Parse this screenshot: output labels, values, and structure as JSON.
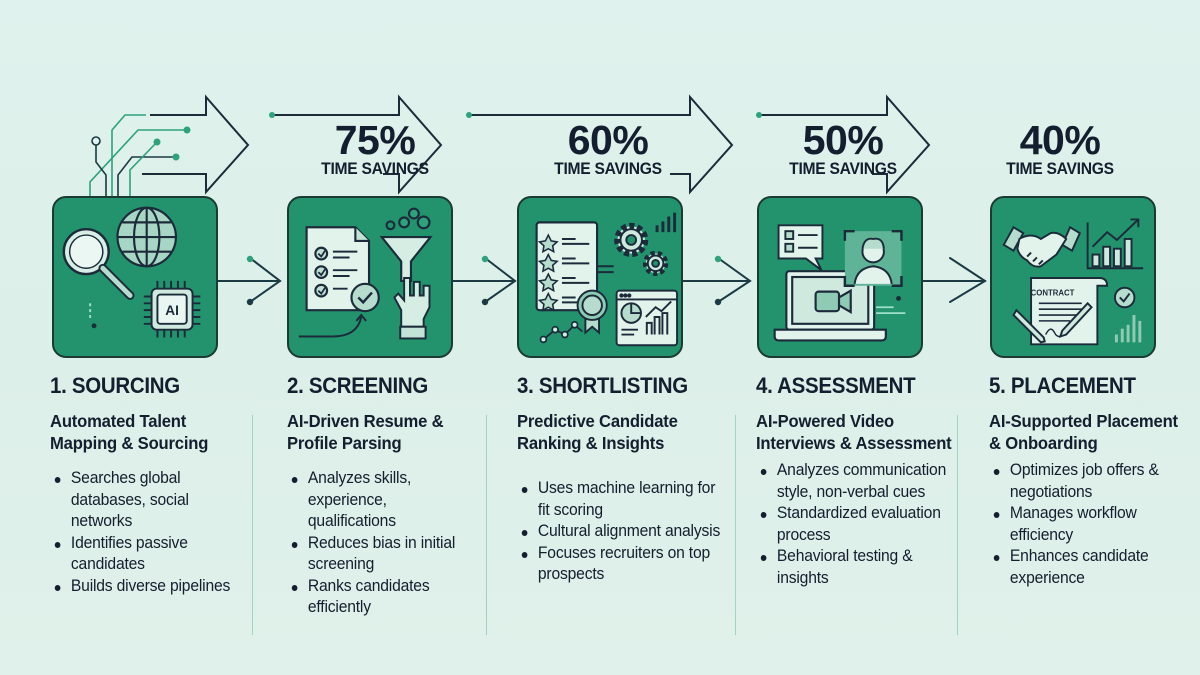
{
  "colors": {
    "background": "#dff1eb",
    "card": "#23936e",
    "outline": "#1b2b3a",
    "text": "#131e2e",
    "accent": "#2ea27c",
    "divider": "#9fd3c2"
  },
  "savings": [
    {
      "percent": "75%",
      "label": "TIME SAVINGS"
    },
    {
      "percent": "60%",
      "label": "TIME SAVINGS"
    },
    {
      "percent": "50%",
      "label": "TIME SAVINGS"
    },
    {
      "percent": "40%",
      "label": "TIME SAVINGS"
    }
  ],
  "stages": [
    {
      "step": "1. SOURCING",
      "title": "Automated Talent Mapping & Sourcing",
      "icons": [
        "magnifier-icon",
        "globe-icon",
        "ai-chip-icon"
      ],
      "chip_label": "AI",
      "bullets": [
        "Searches global databases, social networks",
        "Identifies passive candidates",
        "Builds diverse pipelines"
      ]
    },
    {
      "step": "2. SCREENING",
      "title": "AI-Driven Resume & Profile Parsing",
      "icons": [
        "checklist-document-icon",
        "funnel-icon",
        "robot-hand-icon",
        "check-badge-icon"
      ],
      "bullets": [
        "Analyzes skills, experience, qualifications",
        "Reduces bias in initial screening",
        "Ranks candidates efficiently"
      ]
    },
    {
      "step": "3. SHORTLISTING",
      "title": "Predictive Candidate Ranking & Insights",
      "icons": [
        "star-ranking-list-icon",
        "gears-icon",
        "award-ribbon-icon",
        "analytics-dashboard-icon",
        "bar-chart-icon"
      ],
      "bullets": [
        "Uses machine learning for fit scoring",
        "Cultural alignment analysis",
        "Focuses recruiters on top prospects"
      ]
    },
    {
      "step": "4. ASSESSMENT",
      "title": "AI-Powered Video Interviews & Assessment",
      "icons": [
        "chat-bubble-icon",
        "face-scan-icon",
        "laptop-video-icon"
      ],
      "bullets": [
        "Analyzes communication style, non-verbal cues",
        "Standardized evaluation process",
        "Behavioral testing & insights"
      ]
    },
    {
      "step": "5. PLACEMENT",
      "title": "AI-Supported Placement & Onboarding",
      "icons": [
        "handshake-icon",
        "growth-chart-icon",
        "contract-icon",
        "pen-icon",
        "check-circle-icon"
      ],
      "contract_label": "CONTRACT",
      "bullets": [
        "Optimizes job offers & negotiations",
        "Manages workflow efficiency",
        "Enhances candidate experience"
      ]
    }
  ]
}
